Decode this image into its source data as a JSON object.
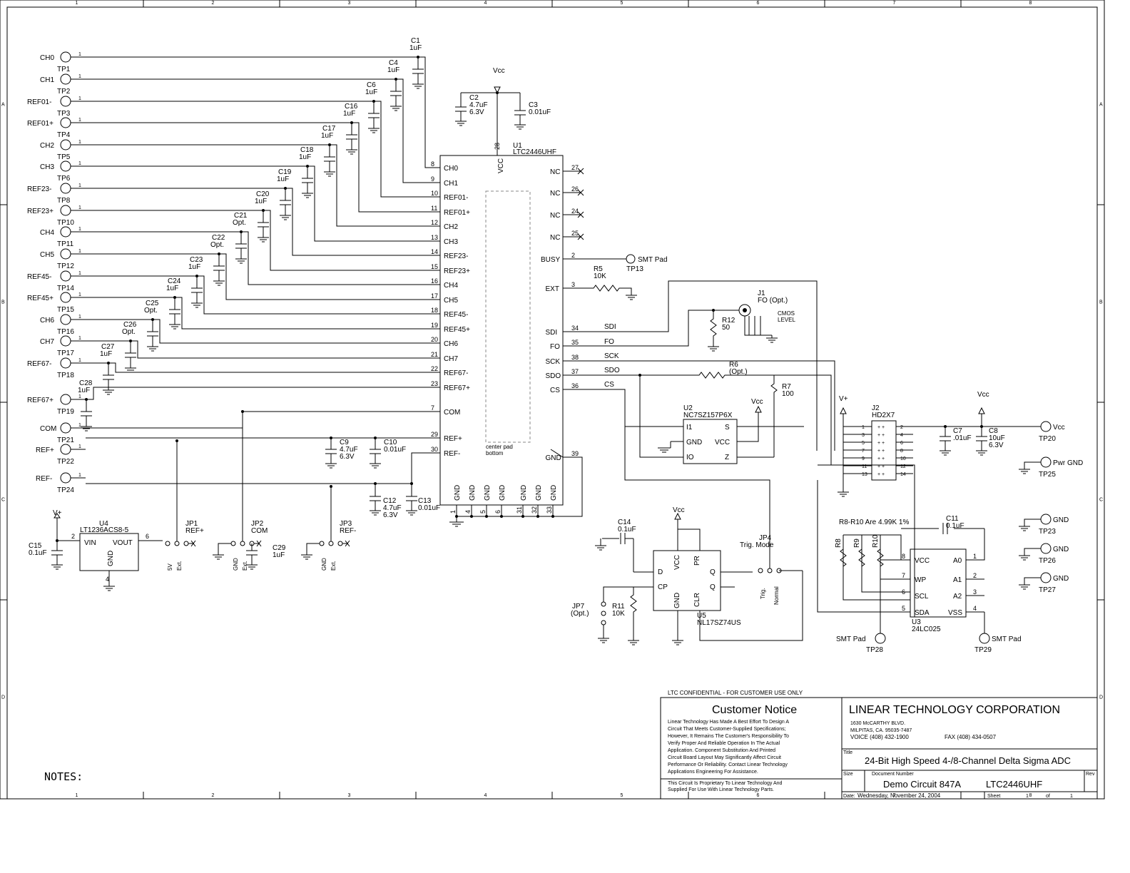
{
  "border": {
    "columns": [
      "1",
      "2",
      "3",
      "4",
      "5",
      "6",
      "7",
      "8"
    ],
    "rows": [
      "A",
      "B",
      "C",
      "D"
    ]
  },
  "testpoints": [
    {
      "net": "CH0",
      "tp": "TP1",
      "in": "CH0",
      "pin": "8"
    },
    {
      "net": "CH1",
      "tp": "TP2",
      "in": "CH1",
      "pin": "9"
    },
    {
      "net": "REF01-",
      "tp": "TP3",
      "in": "REF01-",
      "pin": "10"
    },
    {
      "net": "REF01+",
      "tp": "TP4",
      "in": "REF01+",
      "pin": "11"
    },
    {
      "net": "CH2",
      "tp": "TP5",
      "in": "CH2",
      "pin": "12"
    },
    {
      "net": "CH3",
      "tp": "TP6",
      "in": "CH3",
      "pin": "13"
    },
    {
      "net": "REF23-",
      "tp": "TP8",
      "in": "REF23-",
      "pin": "14"
    },
    {
      "net": "REF23+",
      "tp": "TP10",
      "in": "REF23+",
      "pin": "15"
    },
    {
      "net": "CH4",
      "tp": "TP11",
      "in": "CH4",
      "pin": "16"
    },
    {
      "net": "CH5",
      "tp": "TP12",
      "in": "CH5",
      "pin": "17"
    },
    {
      "net": "REF45-",
      "tp": "TP14",
      "in": "REF45-",
      "pin": "18"
    },
    {
      "net": "REF45+",
      "tp": "TP15",
      "in": "REF45+",
      "pin": "19"
    },
    {
      "net": "CH6",
      "tp": "TP16",
      "in": "CH6",
      "pin": "20"
    },
    {
      "net": "CH7",
      "tp": "TP17",
      "in": "CH7",
      "pin": "21"
    },
    {
      "net": "REF67-",
      "tp": "TP18",
      "in": "REF67-",
      "pin": "22"
    },
    {
      "net": "REF67+",
      "tp": "TP19",
      "in": "REF67+",
      "pin": "23"
    },
    {
      "net": "COM",
      "tp": "TP21",
      "in": "COM",
      "pin": "7"
    },
    {
      "net": "REF+",
      "tp": "TP22",
      "in": "REF+",
      "pin": "29"
    },
    {
      "net": "REF-",
      "tp": "TP24",
      "in": "REF-",
      "pin": "30"
    }
  ],
  "caps": [
    {
      "ref": "C1",
      "val": "1uF"
    },
    {
      "ref": "C4",
      "val": "1uF"
    },
    {
      "ref": "C6",
      "val": "1uF"
    },
    {
      "ref": "C16",
      "val": "1uF"
    },
    {
      "ref": "C17",
      "val": "1uF"
    },
    {
      "ref": "C18",
      "val": "1uF"
    },
    {
      "ref": "C19",
      "val": "1uF"
    },
    {
      "ref": "C20",
      "val": "1uF"
    },
    {
      "ref": "C21",
      "val": "Opt."
    },
    {
      "ref": "C22",
      "val": "Opt."
    },
    {
      "ref": "C23",
      "val": "1uF"
    },
    {
      "ref": "C24",
      "val": "1uF"
    },
    {
      "ref": "C25",
      "val": "Opt."
    },
    {
      "ref": "C26",
      "val": "Opt."
    },
    {
      "ref": "C27",
      "val": "1uF"
    },
    {
      "ref": "C28",
      "val": "1uF"
    }
  ],
  "u1": {
    "ref": "U1",
    "part": "LTC2446UHF",
    "vcc": "VCC",
    "vcc_pin": "28",
    "pad": "center pad",
    "pad2": "bottom",
    "right_pins": [
      {
        "name": "NC",
        "pin": "27"
      },
      {
        "name": "NC",
        "pin": "26"
      },
      {
        "name": "NC",
        "pin": "24"
      },
      {
        "name": "NC",
        "pin": "25"
      },
      {
        "name": "BUSY",
        "pin": "2"
      },
      {
        "name": "EXT",
        "pin": "3"
      },
      {
        "name": "SDI",
        "pin": "34"
      },
      {
        "name": "FO",
        "pin": "35"
      },
      {
        "name": "SCK",
        "pin": "38"
      },
      {
        "name": "SDO",
        "pin": "37"
      },
      {
        "name": "CS",
        "pin": "36"
      },
      {
        "name": "GND",
        "pin": "39"
      }
    ],
    "bottom_pins": [
      {
        "name": "GND",
        "pin": "1"
      },
      {
        "name": "GND",
        "pin": "4"
      },
      {
        "name": "GND",
        "pin": "5"
      },
      {
        "name": "GND",
        "pin": "6"
      },
      {
        "name": "GND",
        "pin": "31"
      },
      {
        "name": "GND",
        "pin": "32"
      },
      {
        "name": "GND",
        "pin": "33"
      }
    ]
  },
  "power": {
    "vcc": "Vcc",
    "vplus": "V+",
    "c2": {
      "ref": "C2",
      "v1": "4.7uF",
      "v2": "6.3V"
    },
    "c3": {
      "ref": "C3",
      "v1": "0.01uF"
    },
    "c9": {
      "ref": "C9",
      "v1": "4.7uF",
      "v2": "6.3V"
    },
    "c10": {
      "ref": "C10",
      "v1": "0.01uF"
    },
    "c12": {
      "ref": "C12",
      "v1": "4.7uF",
      "v2": "6.3V"
    },
    "c13": {
      "ref": "C13",
      "v1": "0.01uF"
    },
    "c15": {
      "ref": "C15",
      "v1": "0.1uF"
    },
    "c29": {
      "ref": "C29",
      "v1": "1uF"
    },
    "c7": {
      "ref": "C7",
      "v1": ".01uF"
    },
    "c8": {
      "ref": "C8",
      "v1": "10uF",
      "v2": "6.3V"
    },
    "c11": {
      "ref": "C11",
      "v1": "0.1uF"
    },
    "c14": {
      "ref": "C14",
      "v1": "0.1uF"
    }
  },
  "u4": {
    "ref": "U4",
    "part": "LT1236ACS8-5",
    "vin": "VIN",
    "vout": "VOUT",
    "gnd": "GND",
    "p_in": "2",
    "p_out": "6",
    "p_gnd": "4"
  },
  "jumpers": [
    {
      "ref": "JP1",
      "name": "REF+",
      "a": "5V",
      "b": "Ext."
    },
    {
      "ref": "JP2",
      "name": "COM",
      "a": "GND",
      "b": "Ext."
    },
    {
      "ref": "JP3",
      "name": "REF-",
      "a": "GND",
      "b": "Ext."
    }
  ],
  "smt": {
    "busy_tp": "TP13",
    "busy_lbl": "SMT Pad",
    "tp28": "TP28",
    "tp29": "TP29",
    "lbl": "SMT Pad"
  },
  "r5": {
    "ref": "R5",
    "val": "10K"
  },
  "r12": {
    "ref": "R12",
    "val": "50"
  },
  "r6": {
    "ref": "R6",
    "val": "(Opt.)"
  },
  "r7": {
    "ref": "R7",
    "val": "100"
  },
  "r11": {
    "ref": "R11",
    "val": "10K"
  },
  "j1": {
    "ref": "J1",
    "val": "FO (Opt.)",
    "note1": "CMOS",
    "note2": "LEVEL"
  },
  "nets": {
    "sdi": "SDI",
    "fo": "FO",
    "sck": "SCK",
    "sdo": "SDO",
    "cs": "CS"
  },
  "u2": {
    "ref": "U2",
    "part": "NC7SZ157P6X",
    "i1": "I1",
    "gnd": "GND",
    "io": "IO",
    "s": "S",
    "vcc": "VCC",
    "z": "Z"
  },
  "j2": {
    "ref": "J2",
    "part": "HD2X7",
    "left": [
      "1",
      "3",
      "5",
      "7",
      "9",
      "11",
      "13"
    ],
    "right": [
      "2",
      "4",
      "6",
      "8",
      "10",
      "12",
      "14"
    ]
  },
  "out_tps": [
    {
      "lbl": "Vcc",
      "tp": "TP20"
    },
    {
      "lbl": "Pwr GND",
      "tp": "TP25"
    },
    {
      "lbl": "GND",
      "tp": "TP23"
    },
    {
      "lbl": "GND",
      "tp": "TP26"
    },
    {
      "lbl": "GND",
      "tp": "TP27"
    }
  ],
  "u3": {
    "ref": "U3",
    "part": "24LC025",
    "note": "R8-R10 Are 4.99K 1%",
    "r": [
      "R8",
      "R9",
      "R10"
    ],
    "pins_l": [
      {
        "n": "VCC",
        "p": "8"
      },
      {
        "n": "WP",
        "p": "7"
      },
      {
        "n": "SCL",
        "p": "6"
      },
      {
        "n": "SDA",
        "p": "5"
      }
    ],
    "pins_r": [
      {
        "n": "A0",
        "p": "1"
      },
      {
        "n": "A1",
        "p": "2"
      },
      {
        "n": "A2",
        "p": "3"
      },
      {
        "n": "VSS",
        "p": "4"
      }
    ]
  },
  "u5": {
    "ref": "U5",
    "part": "NL17SZ74US",
    "d": "D",
    "cp": "CP",
    "vcc": "VCC",
    "gnd": "GND",
    "pr": "PR",
    "clr": "CLR",
    "q": "Q",
    "qn": "Q"
  },
  "jp4": {
    "ref": "JP4",
    "name": "Trig. Mode",
    "a": "Trig.",
    "b": "Normal"
  },
  "jp7": {
    "ref": "JP7",
    "name": "(Opt.)"
  },
  "title_block": {
    "confidential": "LTC CONFIDENTIAL - FOR CUSTOMER USE ONLY",
    "notice_title": "Customer Notice",
    "notice_lines": [
      "Linear Technology Has Made A Best Effort To Design A",
      "Circuit That Meets Customer-Supplied Specifications;",
      "However, It Remains The Customer's Responsibility To",
      "Verify Proper And Reliable Operation In The Actual",
      "Application. Component Substitution And Printed",
      "Circuit Board Layout May Significantly Affect Circuit",
      "Performance Or Reliability. Contact Linear Technology",
      "Applications Engineering For Assistance."
    ],
    "proprietary": [
      "This Circuit Is Proprietary To Linear Technology And",
      "Supplied For Use With Linear Technology Parts."
    ],
    "company": "LINEAR TECHNOLOGY CORPORATION",
    "addr1": "1630 McCARTHY BLVD.",
    "addr2": "MILPITAS, CA. 95035-7487",
    "voice": "VOICE (408) 432-1900",
    "fax": "FAX  (408) 434-0507",
    "title_lbl": "Title",
    "title": "24-Bit High Speed 4-/8-Channel Delta Sigma ADC",
    "size_lbl": "Size",
    "docnum_lbl": "Document Number",
    "doc": "Demo Circuit 847A",
    "part": "LTC2446UHF",
    "rev_lbl": "Rev",
    "date_lbl": "Date:",
    "date": "Wednesday, November 24, 2004",
    "sheet_lbl": "Sheet",
    "sheet": "1",
    "of": "of",
    "total": "1"
  },
  "notes": "NOTES:"
}
